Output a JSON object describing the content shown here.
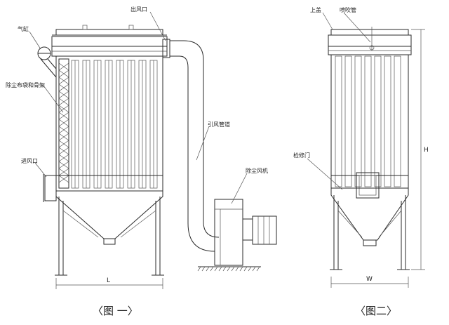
{
  "figure1": {
    "caption": "〈图 一〉",
    "labels": {
      "outlet": "出风口",
      "cylinder": "气缸",
      "filter_bag": "除尘布袋和骨架",
      "inlet": "进风口",
      "duct": "引风管道",
      "fan": "除尘风机"
    },
    "dimension_L": "L"
  },
  "figure2": {
    "caption": "〈图二〉",
    "labels": {
      "top_cover": "上盖",
      "blow_pipe": "喷吹管",
      "access_door": "检修门"
    },
    "dimension_W": "W",
    "dimension_H": "H"
  }
}
